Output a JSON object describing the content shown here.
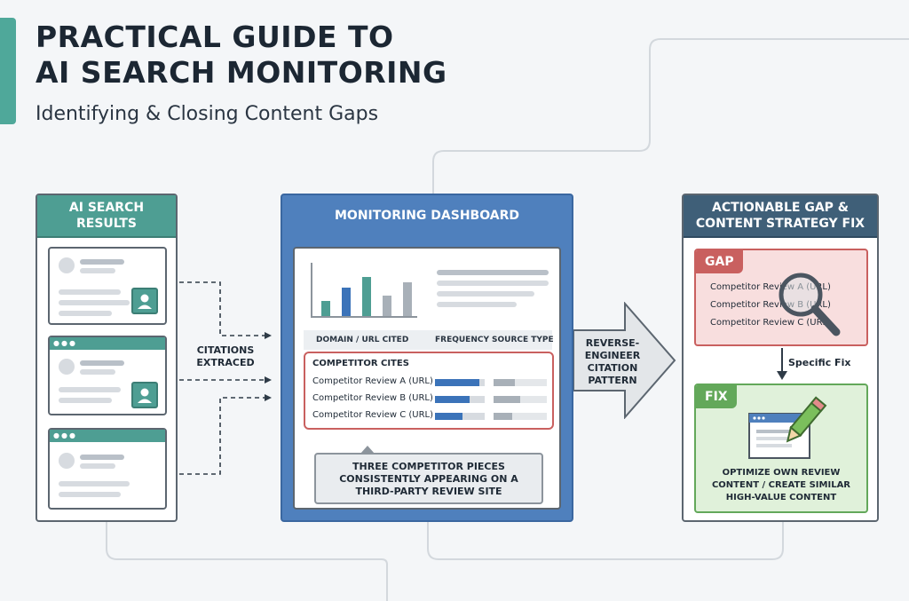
{
  "header": {
    "title_line1": "PRACTICAL GUIDE TO",
    "title_line2": "AI SEARCH MONITORING",
    "subtitle": "Identifying & Closing Content Gaps"
  },
  "left_panel": {
    "title_line1": "AI SEARCH",
    "title_line2": "RESULTS"
  },
  "citations_label": {
    "line1": "CITATIONS",
    "line2": "EXTRACED"
  },
  "dashboard": {
    "title": "MONITORING DASHBOARD",
    "table_headers": [
      "DOMAIN / URL CITED",
      "FREQUENCY",
      "SOURCE TYPE"
    ],
    "competitor_title": "COMPETITOR CITES",
    "rows": [
      {
        "label": "Competitor Review A (URL)",
        "frequency": 0.9,
        "source": 0.4
      },
      {
        "label": "Competitor Review B (URL)",
        "frequency": 0.7,
        "source": 0.5
      },
      {
        "label": "Competitor Review C (URL)",
        "frequency": 0.55,
        "source": 0.35
      }
    ],
    "mini_chart_values": [
      0.3,
      0.55,
      0.75,
      0.4,
      0.65
    ],
    "callout_line1": "THREE COMPETITOR PIECES",
    "callout_line2": "CONSISTENTLY APPEARING ON A",
    "callout_line3": "THIRD-PARTY REVIEW SITE"
  },
  "arrow_label": {
    "line1": "REVERSE-",
    "line2": "ENGINEER",
    "line3": "CITATION",
    "line4": "PATTERN"
  },
  "right_panel": {
    "title_line1": "ACTIONABLE GAP &",
    "title_line2": "CONTENT STRATEGY FIX",
    "gap_tag": "GAP",
    "gap_items": [
      "Competitor Review A (URL)",
      "Competitor Review B (URL)",
      "Competitor Review C (URL)"
    ],
    "specific_fix": "Specific Fix",
    "fix_tag": "FIX",
    "fix_line1": "OPTIMIZE OWN REVIEW",
    "fix_line2": "CONTENT / CREATE SIMILAR",
    "fix_line3": "HIGH-VALUE CONTENT"
  },
  "colors": {
    "teal": "#4e9e93",
    "blue": "#4f80bd",
    "navy": "#3f5f78",
    "gap_red": "#c9605f",
    "fix_green": "#63a85a"
  },
  "icons": [
    "id-card-icon",
    "magnifier-icon",
    "pencil-icon",
    "browser-window-icon",
    "big-arrow-icon"
  ]
}
